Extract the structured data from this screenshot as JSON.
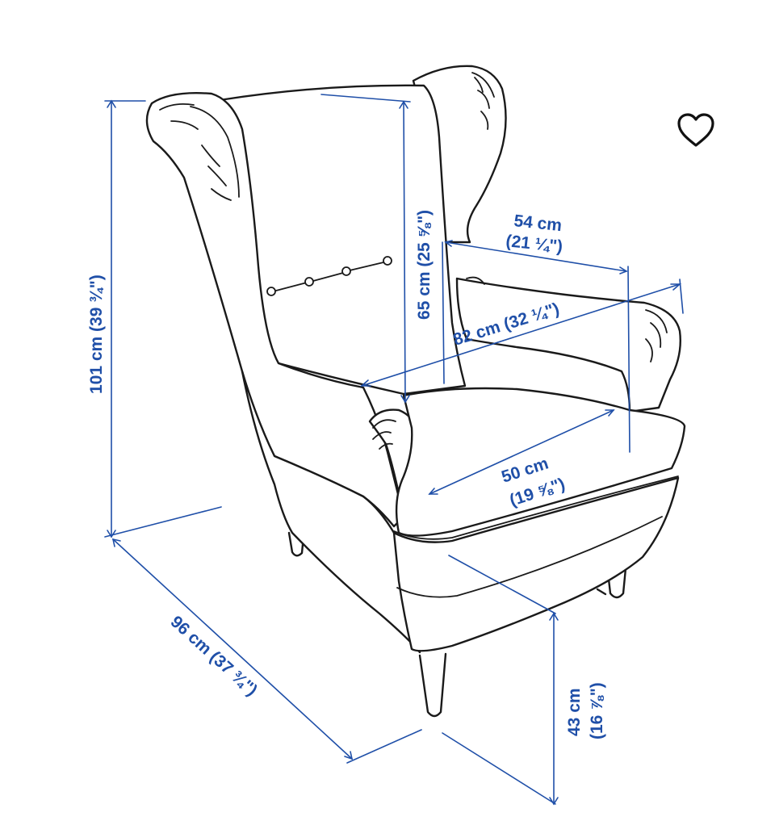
{
  "colors": {
    "dimension": "#1f4fa8",
    "outline": "#1a1a1a",
    "background": "#ffffff"
  },
  "favorite": {
    "icon": "heart-outline-icon"
  },
  "dimensions": {
    "total_height": "101 cm (39 ¾\")",
    "backrest_height": "65 cm (25 ⅝\")",
    "seat_width_between_arms": "54 cm",
    "seat_width_between_arms_in": "(21 ¼\")",
    "total_width": "82 cm (32 ¼\")",
    "seat_depth": "50 cm",
    "seat_depth_in": "(19 ⅝\")",
    "total_depth": "96 cm (37 ¾\")",
    "seat_height": "43 cm",
    "seat_height_in": "(16 ⅞\")"
  }
}
